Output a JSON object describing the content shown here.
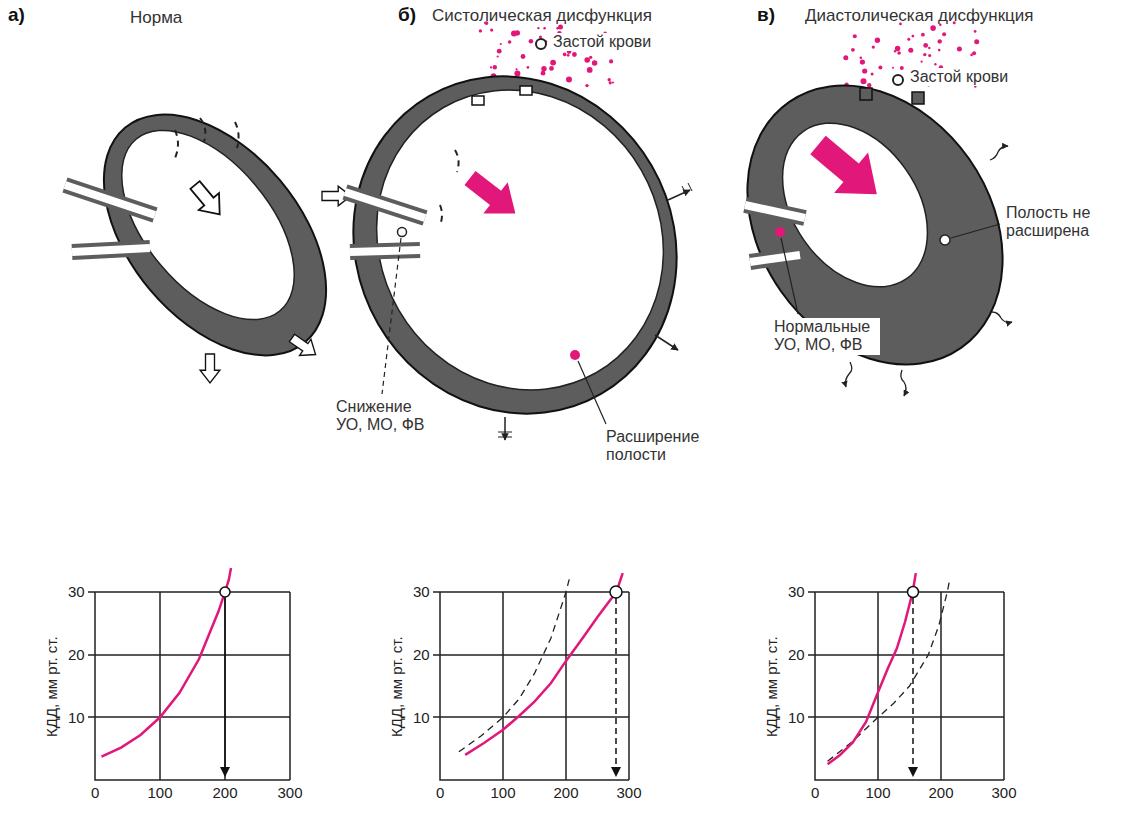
{
  "diagram": {
    "labels": [
      "а)",
      "Норма",
      "б)",
      "Систолическая дисфункция",
      "Застой крови",
      "Снижение УО, МО, ФВ",
      "Расширение полости",
      "в)",
      "Диастолическая дисфункция",
      "Застой крови",
      "Полость не расширена",
      "Нормальные УО, МО, ФВ",
      "КДД, мм рт. ст.",
      "30",
      "20",
      "10",
      "0",
      "100",
      "200",
      "300",
      "КДД, мм рт. ст.",
      "30",
      "20",
      "10",
      "0",
      "100",
      "200",
      "300",
      "КДД, мм рт. ст.",
      "30",
      "20",
      "10",
      "0",
      "100",
      "200",
      "300"
    ]
  }
}
